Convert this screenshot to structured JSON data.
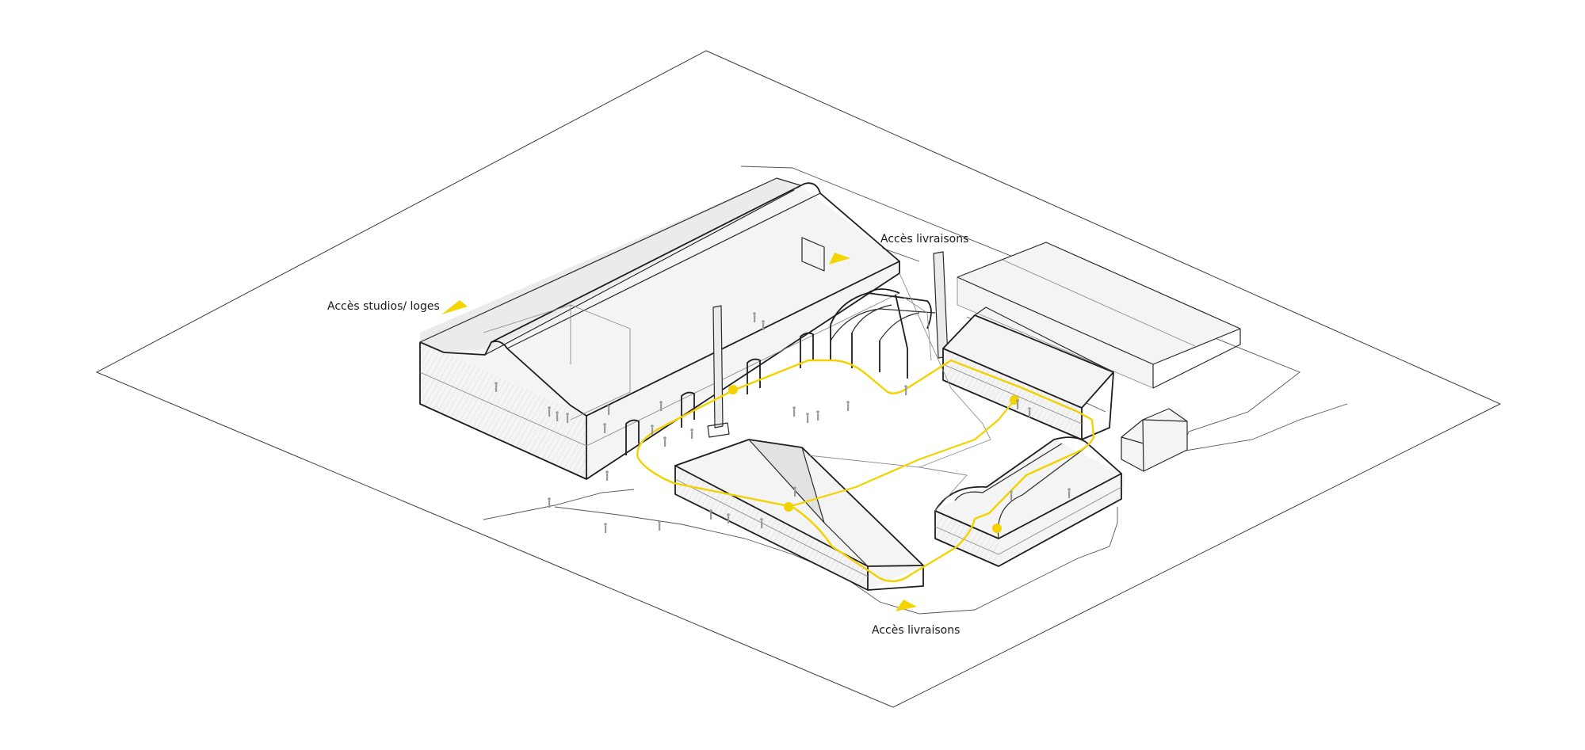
{
  "diagram": {
    "labels": {
      "access_studios": "Accès studios/ loges",
      "access_deliveries_top": "Accès livraisons",
      "access_deliveries_bottom": "Accès livraisons"
    },
    "colors": {
      "circulation_path": "#f2d200",
      "arrow_marker": "#f5d500",
      "line_work": "#2a2a2a",
      "background": "#ffffff"
    },
    "icons": {
      "access_marker": "triangle-arrow-icon",
      "circulation_node": "dot-icon",
      "person": "person-figure-icon"
    }
  }
}
